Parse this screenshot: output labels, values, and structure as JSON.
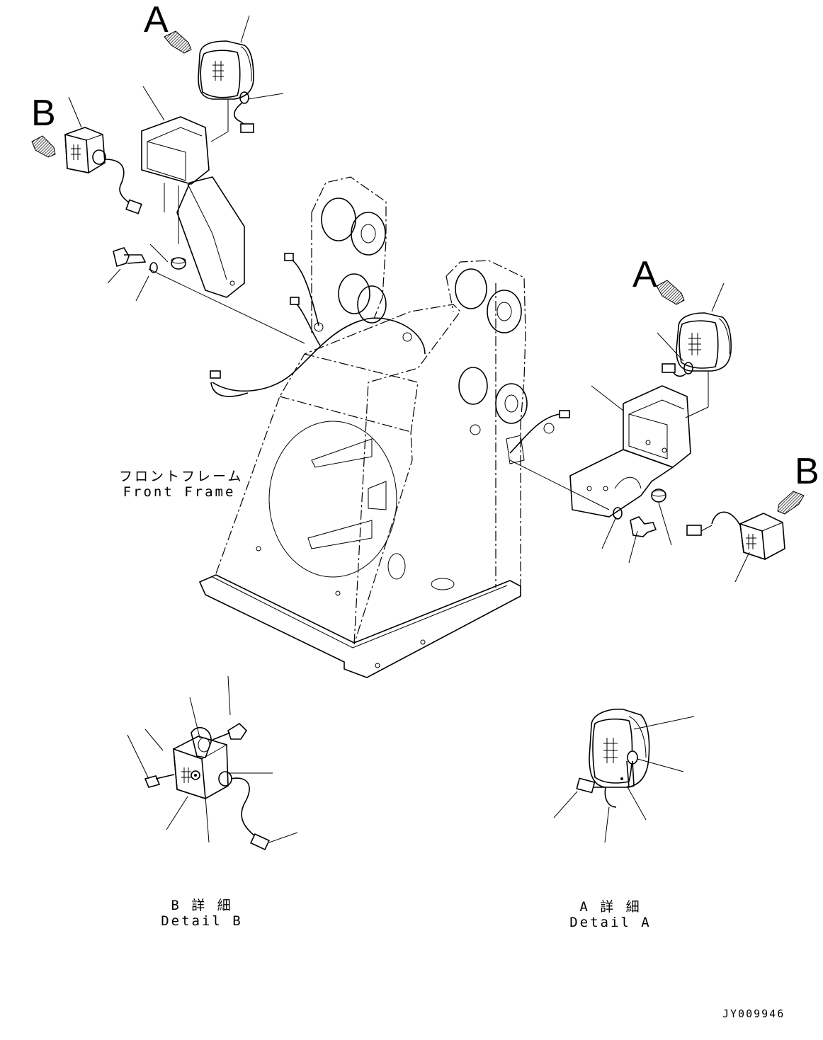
{
  "view_labels": {
    "a_top": "A",
    "b_top": "B",
    "a_right": "A",
    "b_right": "B"
  },
  "front_frame": {
    "label_jp": "フロントフレーム",
    "label_en": "Front Frame"
  },
  "detail_b": {
    "title_jp": "B 詳 細",
    "title_en": "Detail B"
  },
  "detail_a": {
    "title_jp": "A 詳 細",
    "title_en": "Detail A"
  },
  "drawing_code": "JY009946",
  "icons": [
    "view-arrow-icon",
    "lamp-grid-icon"
  ]
}
